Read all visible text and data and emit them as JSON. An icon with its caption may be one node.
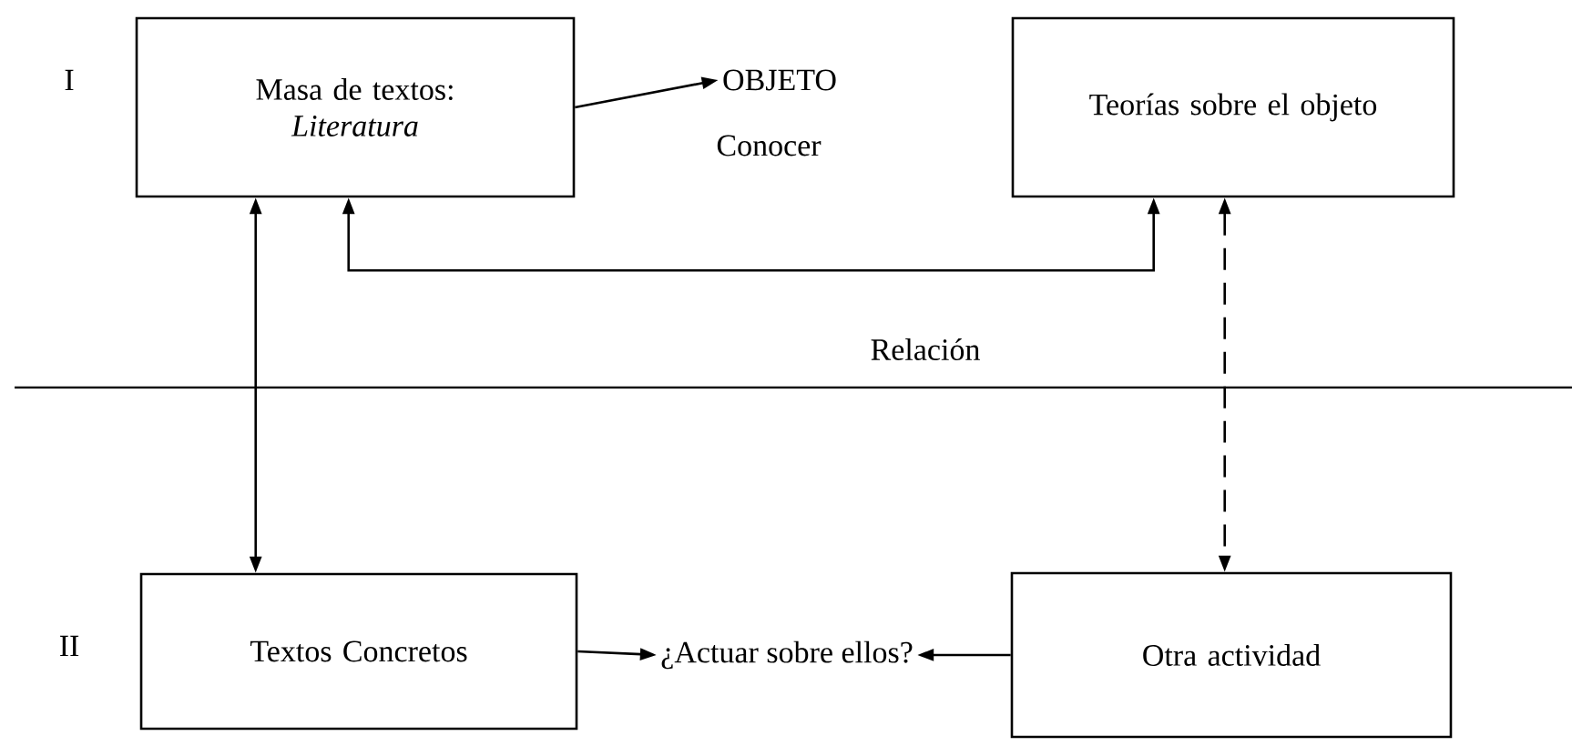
{
  "diagram": {
    "nodes": [
      {
        "text": [
          "Masa de textos:",
          "Literatura"
        ]
      },
      {
        "text": [
          "OBJETO"
        ]
      },
      {
        "text": [
          "Teorías sobre el objeto"
        ]
      },
      {
        "text": [
          "Textos Concretos"
        ]
      },
      {
        "text": [
          "¿Actuar sobre ellos?"
        ]
      },
      {
        "text": [
          "Otra actividad"
        ]
      }
    ],
    "edges": [
      {
        "from": 0,
        "to": 1,
        "arrow": "to"
      },
      {
        "from": 2,
        "to": 0,
        "arrow": "both"
      },
      {
        "from": 0,
        "to": 3,
        "arrow": "both"
      },
      {
        "from": 2,
        "to": 5,
        "arrow": "both",
        "style": "dashed"
      },
      {
        "from": 5,
        "to": 4,
        "arrow": "to"
      },
      {
        "from": 3,
        "to": 4,
        "arrow": "to"
      }
    ],
    "labels": [
      "I",
      "Conocer",
      "Relación",
      "II"
    ]
  }
}
